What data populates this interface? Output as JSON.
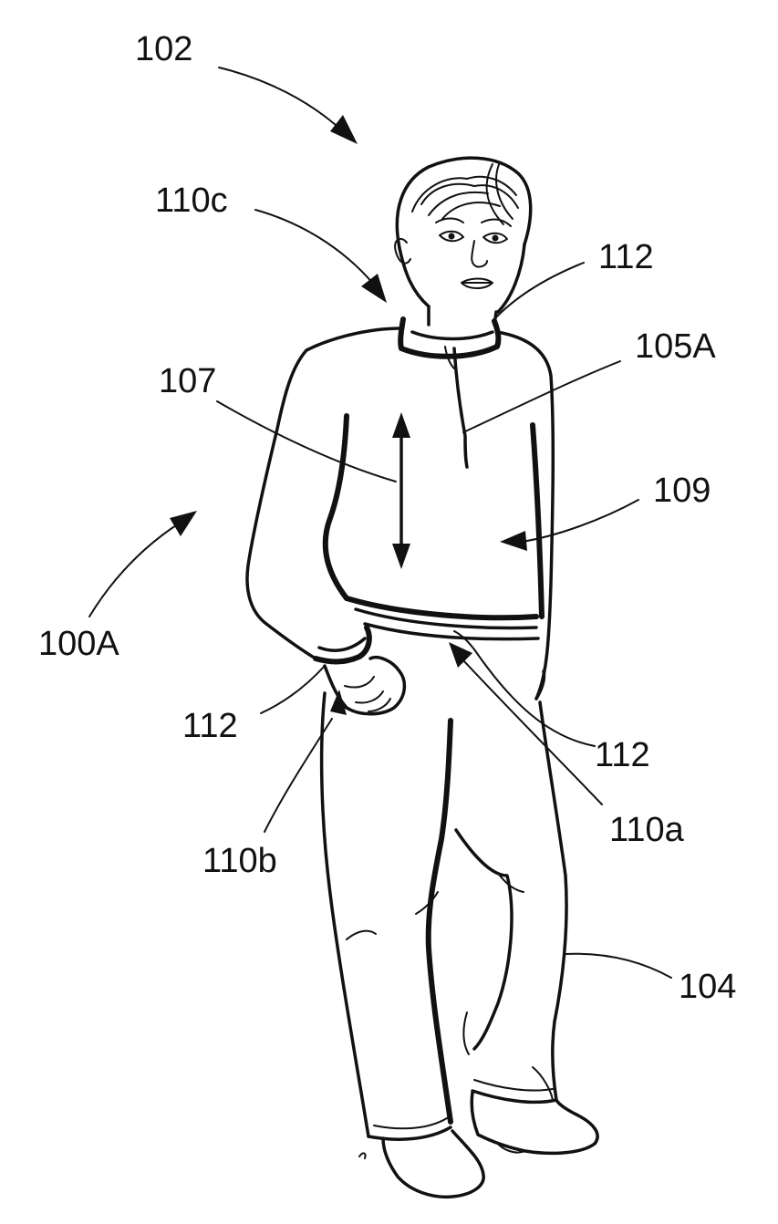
{
  "labels": {
    "l102": "102",
    "l110c": "110c",
    "l112_neck": "112",
    "l105A": "105A",
    "l107": "107",
    "l109": "109",
    "l100A": "100A",
    "l112_cuff": "112",
    "l112_waist": "112",
    "l110a": "110a",
    "l110b": "110b",
    "l104": "104"
  },
  "colors": {
    "ink": "#111111",
    "paper": "#ffffff"
  }
}
